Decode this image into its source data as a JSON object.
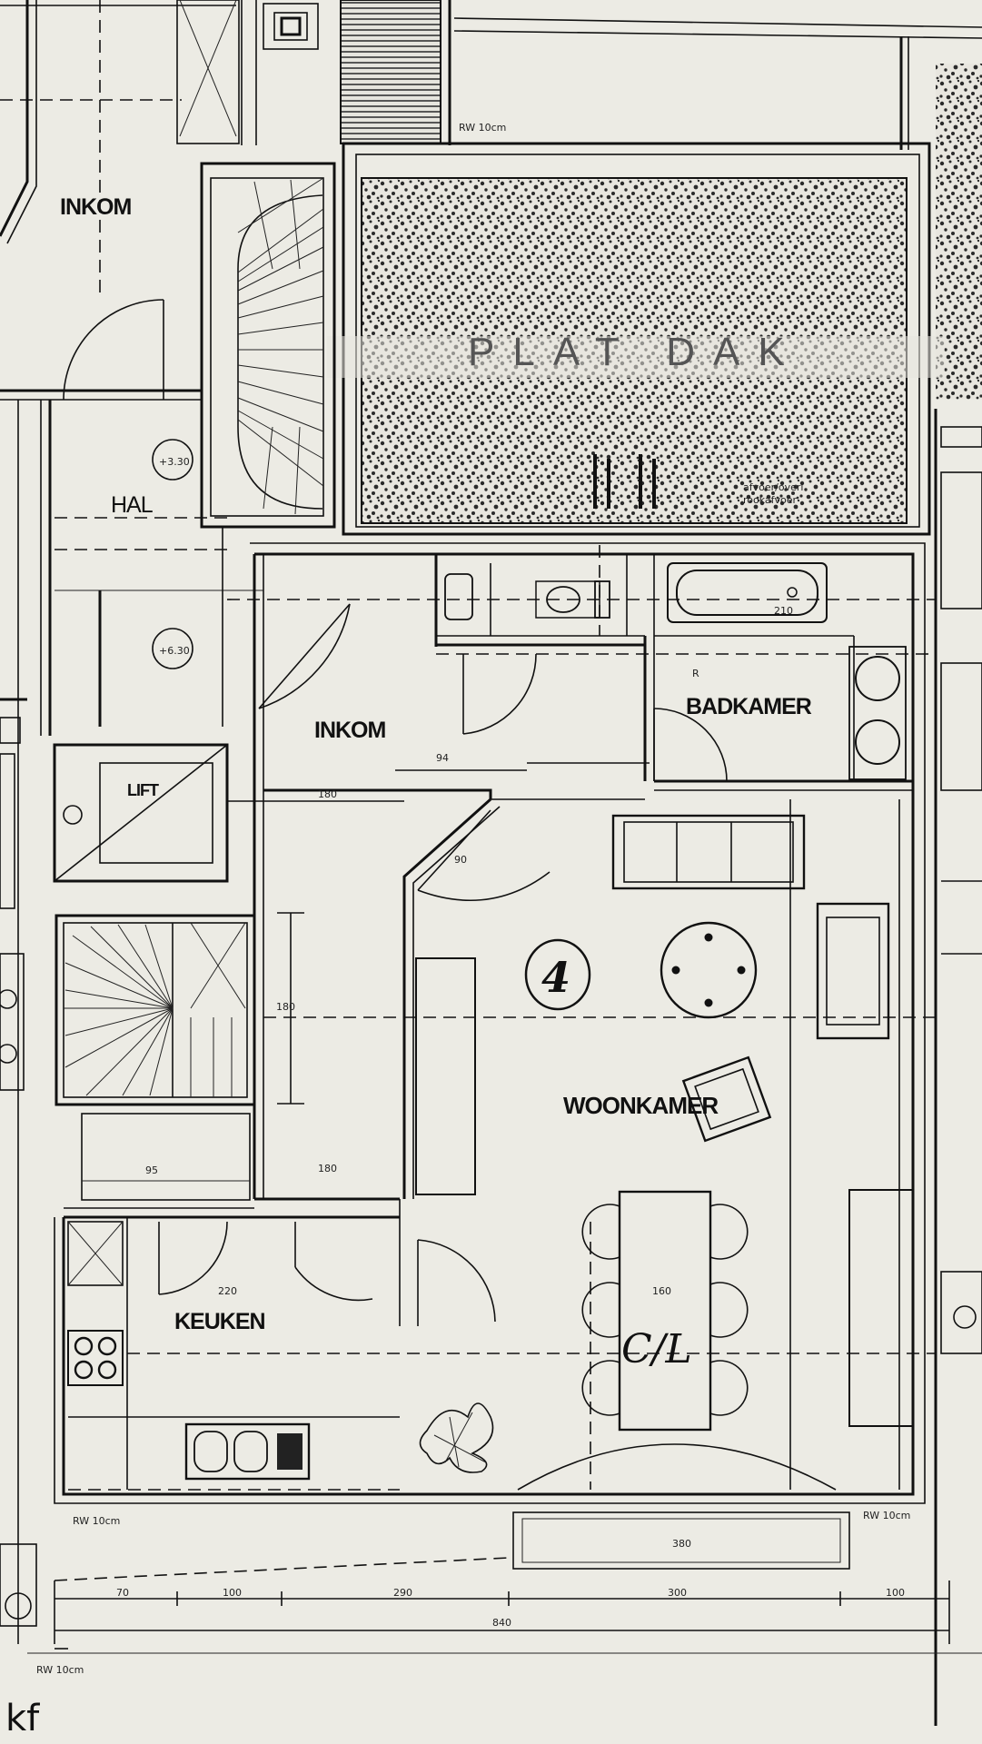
{
  "rooms": {
    "inkom_top": "INKOM",
    "hal": "HAL",
    "plat_dak": "PLAT DAK",
    "inkom": "INKOM",
    "badkamer": "BADKAMER",
    "woonkamer": "WOONKAMER",
    "keuken": "KEUKEN",
    "lift": "LIFT"
  },
  "levels": {
    "upper": "+3.30",
    "lower": "+6.30"
  },
  "unit_number": "4",
  "handwritten": {
    "cl": "C/L",
    "corner": "kf"
  },
  "notes": {
    "wall_top": "RW 10cm",
    "wall_bottom_left": "RW 10cm",
    "wall_bottom_right": "RW 10cm",
    "wall_corner": "RW 10cm",
    "roof_note_1": "afvoer/overl.",
    "roof_note_2": "rookafvoer"
  },
  "dimensions": {
    "inkom_width": "94",
    "hall_width": "180",
    "hall_height": "180",
    "corridor": "180",
    "keuken_width": "220",
    "bath": "210",
    "door": "90",
    "table": "160",
    "stair": "95",
    "window": "380",
    "bottom": [
      "70",
      "100",
      "290",
      "300",
      "100"
    ],
    "total": "840",
    "marker_r": "R"
  },
  "colors": {
    "paper": "#ecebe4",
    "ink": "#111111",
    "texture": "#2a2a2a"
  }
}
